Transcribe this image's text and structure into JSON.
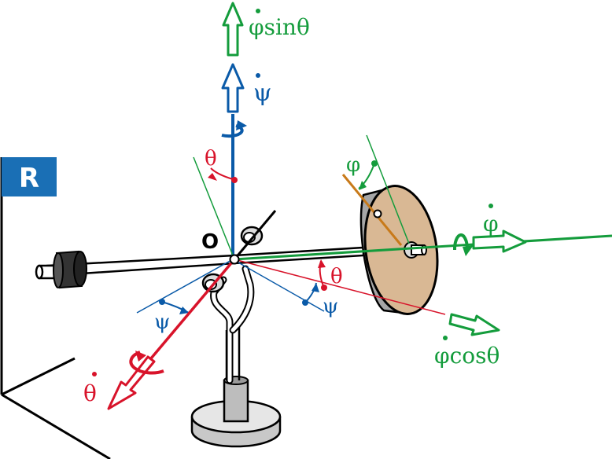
{
  "frame_label": "R",
  "origin_label": "O",
  "labels": {
    "phi_dot_sin_theta": "φsinθ",
    "psi_dot": "ψ",
    "theta_top": "θ",
    "phi_angle": "φ",
    "phi_dot": "φ",
    "theta_right": "θ",
    "psi_left": "ψ",
    "psi_right": "ψ",
    "phi_dot_cos_theta": "φcosθ",
    "theta_dot": "θ"
  },
  "colors": {
    "blue": "#0a5aa8",
    "green": "#149c3c",
    "red": "#d8132a",
    "orange": "#c87a1a",
    "disk": "#d9b894",
    "frame_box": "#1a6fb5"
  }
}
